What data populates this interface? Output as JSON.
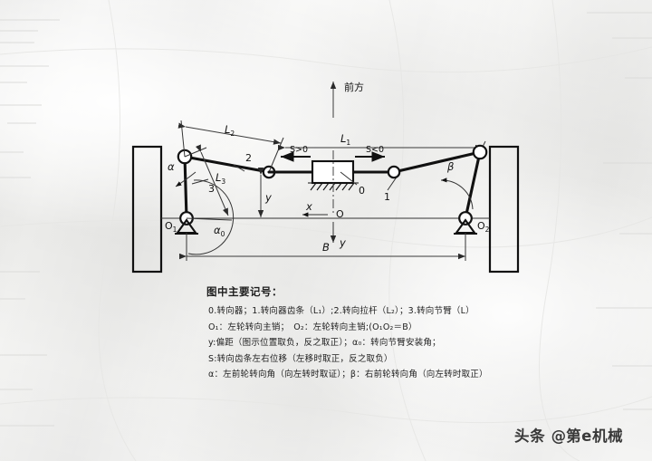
{
  "figure": {
    "direction_label": "前方",
    "labels": {
      "L1": "L",
      "L1sub": "1",
      "L2": "L",
      "L2sub": "2",
      "L3": "L",
      "L3sub": "3",
      "B": "B",
      "y_dim": "y",
      "x_axis": "x",
      "y_axis": "y",
      "origin": "O",
      "s_positive": "S>0",
      "s_negative": "S<0",
      "part_0": "0",
      "part_1": "1",
      "part_2": "2",
      "part_3": "3",
      "alpha": "α",
      "beta": "β",
      "alpha0": "α",
      "alpha0sub": "0",
      "O1": "O",
      "O1sub": "1",
      "O2": "O",
      "O2sub": "2"
    }
  },
  "legend": {
    "title": "图中主要记号：",
    "lines": [
      "0.转向器；1.转向器齿条（L₁）;2.转向拉杆（L₂）；3.转向节臂（L）",
      "O₁：左轮转向主销；　O₂：左轮转向主销;(O₁O₂＝B）",
      "y:偏距（图示位置取负，反之取正）；α₀：转向节臂安装角；",
      "S:转向齿条左右位移（左移时取正，反之取负）",
      "α：左前轮转向角（向左转时取证）；β：右前轮转向角（向左转时取正）"
    ]
  },
  "watermark": {
    "prefix": "头条",
    "at": "@",
    "handle": "第e机械"
  },
  "colors": {
    "ink": "#111111",
    "paper": "#f4f4f3",
    "dim_line": "#3a3a3a"
  }
}
